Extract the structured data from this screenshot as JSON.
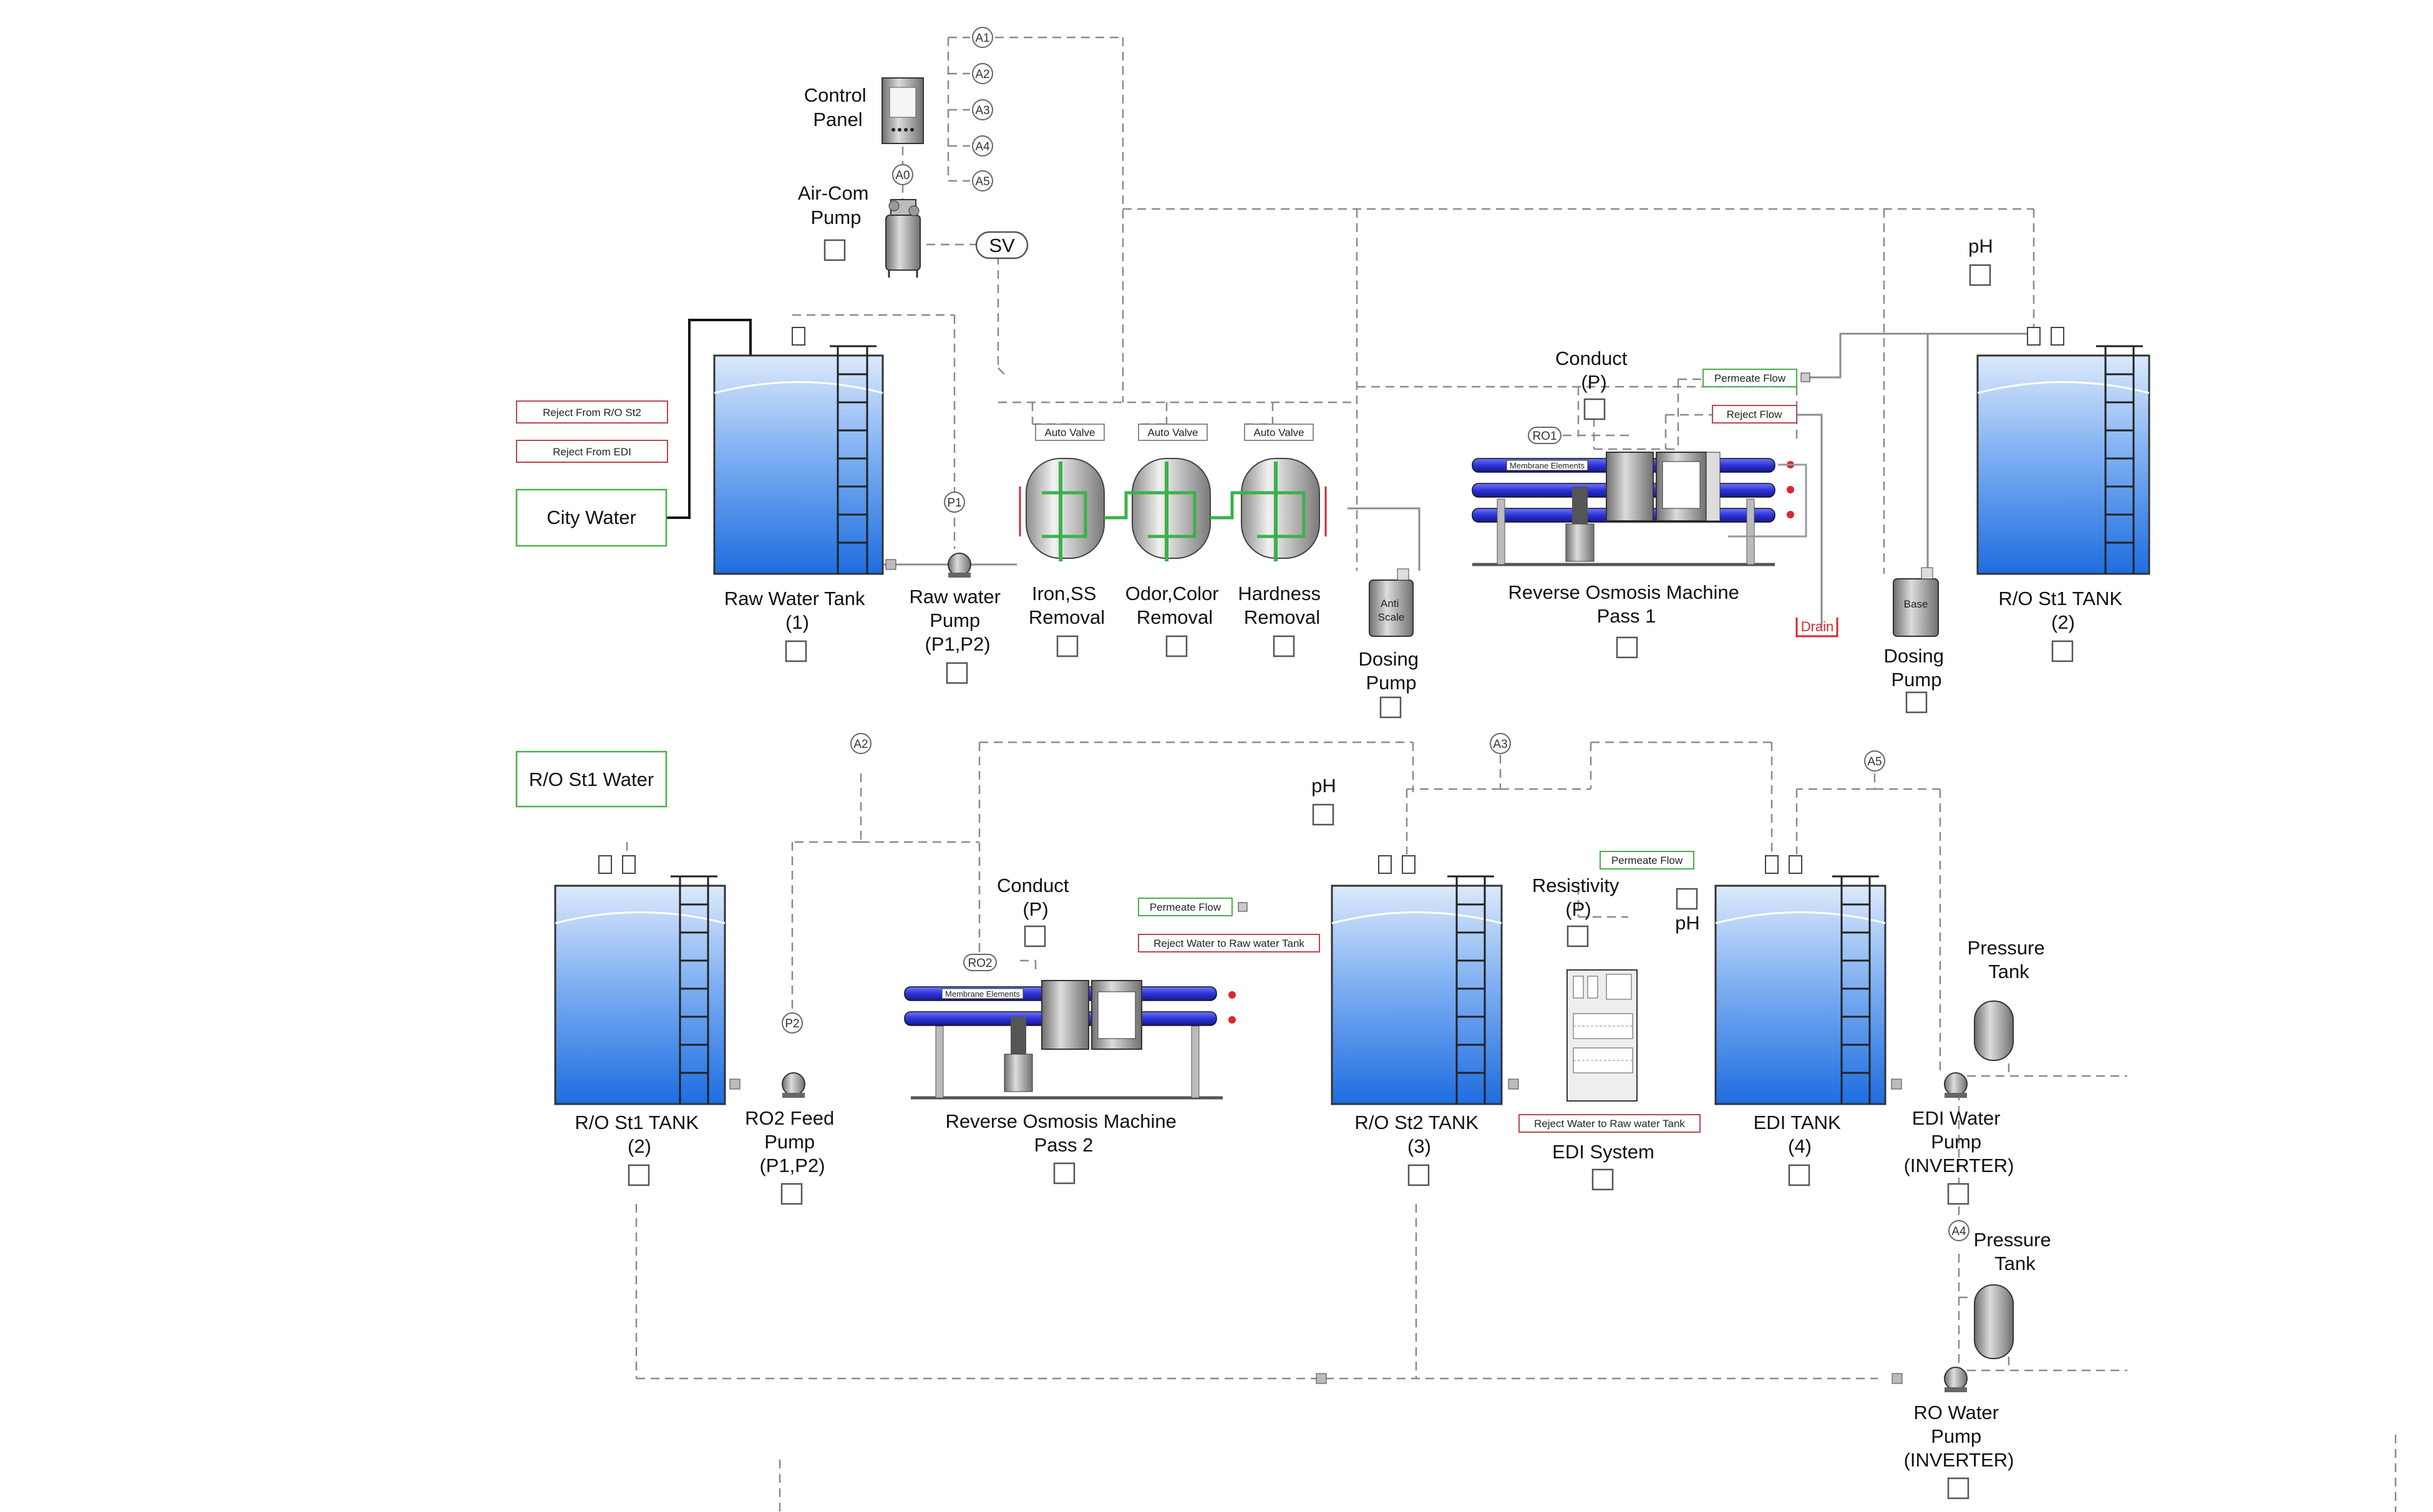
{
  "labels": {
    "control_panel": [
      "Control",
      "Panel"
    ],
    "aircom_pump": [
      "Air-Com",
      "Pump"
    ],
    "sv": "SV",
    "raw_tank": [
      "Raw Water Tank",
      "(1)"
    ],
    "raw_pump": [
      "Raw water",
      "Pump",
      "(P1,P2)"
    ],
    "iron": [
      "Iron,SS",
      "Removal"
    ],
    "odor": [
      "Odor,Color",
      "Removal"
    ],
    "hardness": [
      "Hardness",
      "Removal"
    ],
    "dosing1": [
      "Dosing",
      "Pump"
    ],
    "anti_scale": [
      "Anti",
      "Scale"
    ],
    "ro1": [
      "Reverse Osmosis Machine",
      "Pass 1"
    ],
    "dosing2": [
      "Dosing",
      "Pump"
    ],
    "base": "Base",
    "ro_st1_top": [
      "R/O St1 TANK",
      "(2)"
    ],
    "ph_top": "pH",
    "conduct1": [
      "Conduct",
      "(P)"
    ],
    "drain": "Drain",
    "ro_st1_bot": [
      "R/O St1 TANK",
      "(2)"
    ],
    "ro2_pump": [
      "RO2 Feed",
      "Pump",
      "(P1,P2)"
    ],
    "conduct2": [
      "Conduct",
      "(P)"
    ],
    "ro2": [
      "Reverse Osmosis Machine",
      "Pass 2"
    ],
    "ph_mid": "pH",
    "ro_st2": [
      "R/O St2 TANK",
      "(3)"
    ],
    "resistivity": [
      "Resistivity",
      "(P)"
    ],
    "ph_edi": "pH",
    "edi_system": "EDI System",
    "edi_tank": [
      "EDI TANK",
      "(4)"
    ],
    "pressure1": [
      "Pressure",
      "Tank"
    ],
    "edi_pump": [
      "EDI Water",
      "Pump",
      "(INVERTER)"
    ],
    "pressure2": [
      "Pressure",
      "Tank"
    ],
    "ro_pump": [
      "RO Water",
      "Pump",
      "(INVERTER)"
    ]
  },
  "tags": {
    "a0": "A0",
    "a1": "A1",
    "a2": "A2",
    "a3": "A3",
    "a4": "A4",
    "a5": "A5",
    "a2b": "A2",
    "a3b": "A3",
    "a5b": "A5",
    "a4b": "A4",
    "p1": "P1",
    "p2": "P2",
    "ro1": "RO1",
    "ro2": "RO2"
  },
  "boxes": {
    "reject_ro_st2": "Reject From R/O St2",
    "reject_edi": "Reject From EDI",
    "city_water": "City Water",
    "ro_st1_water": "R/O St1 Water",
    "permeate1": "Permeate Flow",
    "reject1": "Reject Flow",
    "permeate2": "Permeate Flow",
    "reject2": "Reject Water to Raw water Tank",
    "permeate_edi": "Permeate Flow",
    "reject_edi_sys": "Reject Water to Raw water Tank",
    "auto_valve_1": "Auto Valve",
    "auto_valve_2": "Auto Valve",
    "auto_valve_3": "Auto Valve",
    "membrane1": "Membrane Elements",
    "membrane2": "Membrane Elements"
  },
  "colors": {
    "water_top": "#d6e6fb",
    "water_bottom": "#1e6de0",
    "membrane": "#2d33d6",
    "permeate_border": "#49b049",
    "reject_border": "#b8474f",
    "drain": "#d9272e"
  }
}
